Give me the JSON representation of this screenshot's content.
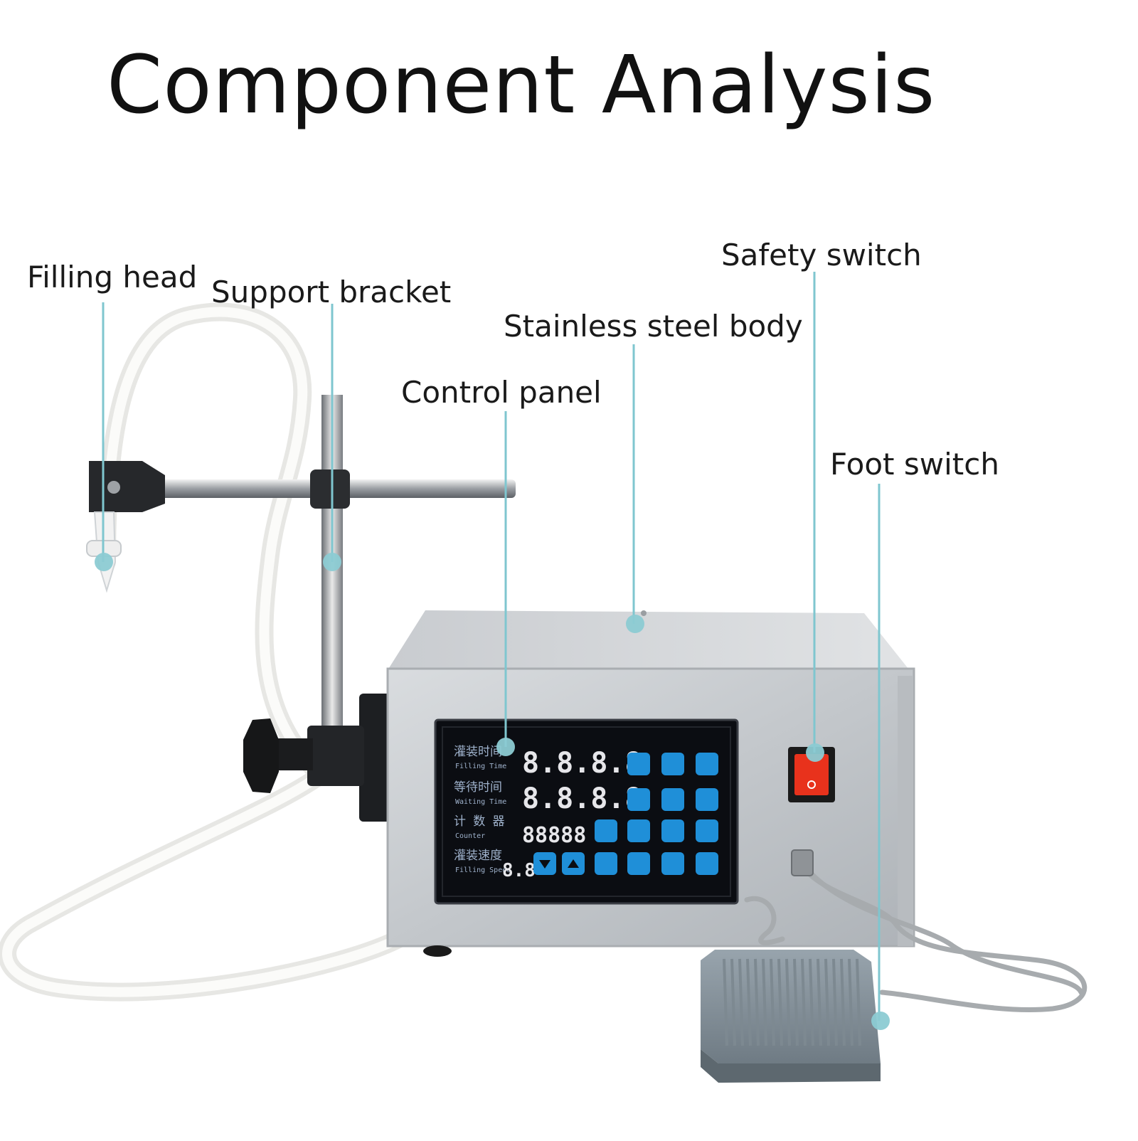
{
  "title": "Component Analysis",
  "labels": {
    "filling_head": "Filling head",
    "support_bracket": "Support bracket",
    "control_panel": "Control panel",
    "stainless_steel_body": "Stainless steel body",
    "safety_switch": "Safety switch",
    "foot_switch": "Foot switch"
  },
  "panel": {
    "rows": [
      {
        "cn": "灌装时间",
        "en": "Filling Time",
        "display": "8.8.8.8"
      },
      {
        "cn": "等待时间",
        "en": "Waiting Time",
        "display": "8.8.8.8"
      },
      {
        "cn": "计 数 器",
        "en": "Counter",
        "display": "88888"
      },
      {
        "cn": "灌装速度",
        "en": "Filling Speed",
        "display": "8.8"
      }
    ]
  },
  "colors": {
    "leader_line": "#7fc6cf",
    "marker": "#8ccbd3",
    "steel": "#c7cacd",
    "panel": "#0b0d12",
    "button": "#1f8fd8",
    "switch": "#e8321c",
    "pedal": "#8a969f"
  },
  "icons": [
    "down-arrow-icon",
    "up-arrow-icon"
  ]
}
